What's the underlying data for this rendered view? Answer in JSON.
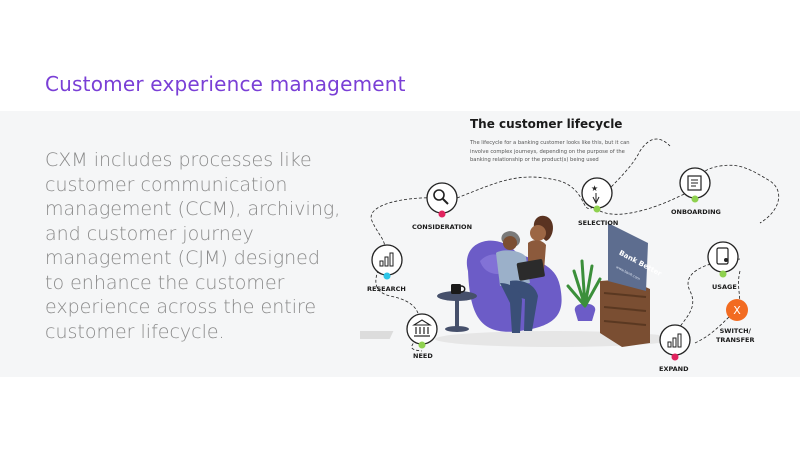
{
  "header": {
    "title": "Customer experience management"
  },
  "main": {
    "body": "CXM includes processes like customer communication management (CCM), archiving, and customer journey management (CJM) designed to enhance the customer experience across the entire customer lifecycle."
  },
  "figure": {
    "title": "The customer lifecycle",
    "description": "The lifecycle for a banking customer looks like this, but it can involve complex journeys, depending on the purpose of the banking relationship or the product(s) being used",
    "sign_text": "Bank Better",
    "sign_subtext": "www.bank.com",
    "stages": [
      {
        "label": "CONSIDERATION",
        "icon": "magnifier-icon",
        "dot_color": "#e0245e"
      },
      {
        "label": "SELECTION",
        "icon": "pointer-star-icon",
        "dot_color": "#8fd14f"
      },
      {
        "label": "ONBOARDING",
        "icon": "form-icon",
        "dot_color": "#8fd14f"
      },
      {
        "label": "RESEARCH",
        "icon": "bar-chart-icon",
        "dot_color": "#2ec5e6"
      },
      {
        "label": "USAGE",
        "icon": "tablet-hand-icon",
        "dot_color": "#8fd14f"
      },
      {
        "label": "SWITCH/\nTRANSFER",
        "icon": "x-icon",
        "dot_color": "#f26b21"
      },
      {
        "label": "NEED",
        "icon": "bank-icon",
        "dot_color": "#8fd14f"
      },
      {
        "label": "EXPAND",
        "icon": "bar-chart-up-icon",
        "dot_color": "#e0245e"
      }
    ]
  },
  "colors": {
    "accent": "#7a3fd6",
    "band": "#f5f6f7",
    "body_text": "#8a8a8a",
    "pink": "#e0245e",
    "green": "#8fd14f",
    "cyan": "#2ec5e6",
    "orange": "#f26b21"
  }
}
